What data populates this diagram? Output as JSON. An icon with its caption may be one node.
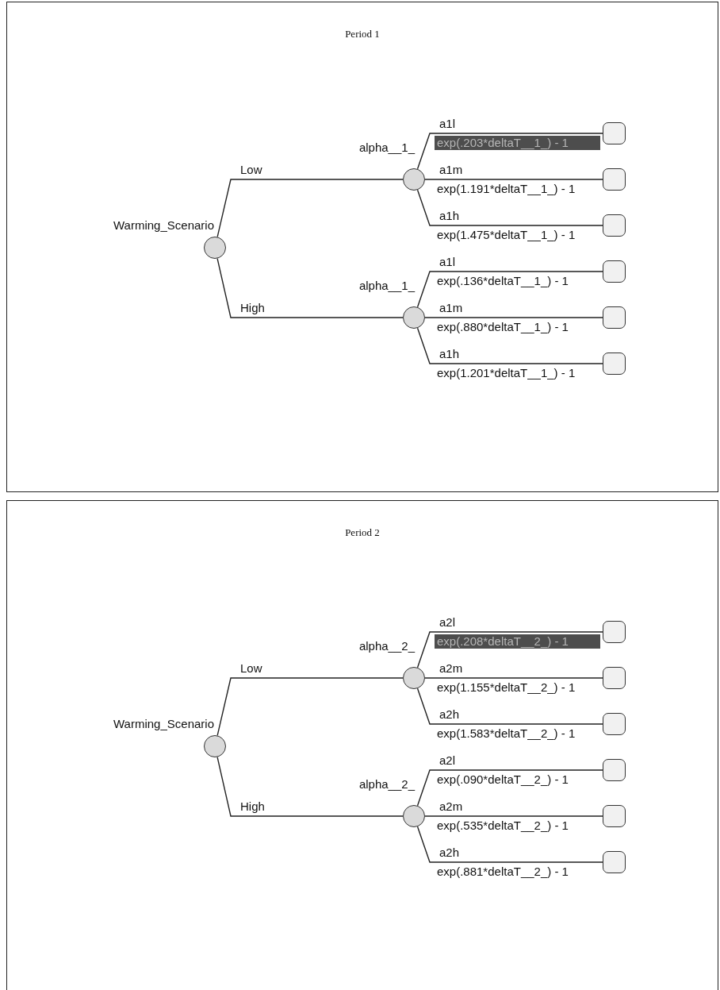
{
  "diagram": {
    "nodes": [
      {
        "text": [
          "Period 1"
        ]
      },
      {
        "text": [],
        "shape": "circle",
        "in": 0,
        "beside": [
          "Warming_Scenario"
        ]
      },
      {
        "text": [],
        "shape": "circle",
        "in": 0,
        "beside": [
          "alpha__1_"
        ]
      },
      {
        "text": [],
        "shape": "circle",
        "in": 0,
        "beside": [
          "alpha__1_"
        ]
      },
      {
        "text": [],
        "shape": "box",
        "in": 0
      },
      {
        "text": [],
        "shape": "box",
        "in": 0
      },
      {
        "text": [],
        "shape": "box",
        "in": 0
      },
      {
        "text": [],
        "shape": "box",
        "in": 0
      },
      {
        "text": [],
        "shape": "box",
        "in": 0
      },
      {
        "text": [],
        "shape": "box",
        "in": 0
      },
      {
        "text": [
          "Period 2"
        ]
      },
      {
        "text": [],
        "shape": "circle",
        "in": 10,
        "beside": [
          "Warming_Scenario"
        ]
      },
      {
        "text": [],
        "shape": "circle",
        "in": 10,
        "beside": [
          "alpha__2_"
        ]
      },
      {
        "text": [],
        "shape": "circle",
        "in": 10,
        "beside": [
          "alpha__2_"
        ]
      },
      {
        "text": [],
        "shape": "box",
        "in": 10
      },
      {
        "text": [],
        "shape": "box",
        "in": 10
      },
      {
        "text": [],
        "shape": "box",
        "in": 10
      },
      {
        "text": [],
        "shape": "box",
        "in": 10
      },
      {
        "text": [],
        "shape": "box",
        "in": 10
      },
      {
        "text": [],
        "shape": "box",
        "in": 10
      }
    ],
    "edges": [
      {
        "from": 1,
        "to": 2,
        "arrow": "none",
        "label": "Low"
      },
      {
        "from": 1,
        "to": 3,
        "arrow": "none",
        "label": "High"
      },
      {
        "from": 2,
        "to": 4,
        "arrow": "none",
        "label": "a1l"
      },
      {
        "from": 2,
        "to": 5,
        "arrow": "none",
        "label": "a1m"
      },
      {
        "from": 2,
        "to": 6,
        "arrow": "none",
        "label": "a1h"
      },
      {
        "from": 3,
        "to": 7,
        "arrow": "none",
        "label": "a1l"
      },
      {
        "from": 3,
        "to": 8,
        "arrow": "none",
        "label": "a1m"
      },
      {
        "from": 3,
        "to": 9,
        "arrow": "none",
        "label": "a1h"
      },
      {
        "from": 11,
        "to": 12,
        "arrow": "none",
        "label": "Low"
      },
      {
        "from": 11,
        "to": 13,
        "arrow": "none",
        "label": "High"
      },
      {
        "from": 12,
        "to": 14,
        "arrow": "none",
        "label": "a2l"
      },
      {
        "from": 12,
        "to": 15,
        "arrow": "none",
        "label": "a2m"
      },
      {
        "from": 12,
        "to": 16,
        "arrow": "none",
        "label": "a2h"
      },
      {
        "from": 13,
        "to": 17,
        "arrow": "none",
        "label": "a2l"
      },
      {
        "from": 13,
        "to": 18,
        "arrow": "none",
        "label": "a2m"
      },
      {
        "from": 13,
        "to": 19,
        "arrow": "none",
        "label": "a2h"
      }
    ],
    "labels": [
      "exp(.203*deltaT__1_) - 1",
      "exp(1.191*deltaT__1_) - 1",
      "exp(1.475*deltaT__1_) - 1",
      "exp(.136*deltaT__1_) - 1",
      "exp(.880*deltaT__1_) - 1",
      "exp(1.201*deltaT__1_) - 1",
      "exp(.208*deltaT__2_) - 1",
      "exp(1.155*deltaT__2_) - 1",
      "exp(1.583*deltaT__2_) - 1",
      "exp(.090*deltaT__2_) - 1",
      "exp(.535*deltaT__2_) - 1",
      "exp(.881*deltaT__2_) - 1"
    ]
  }
}
